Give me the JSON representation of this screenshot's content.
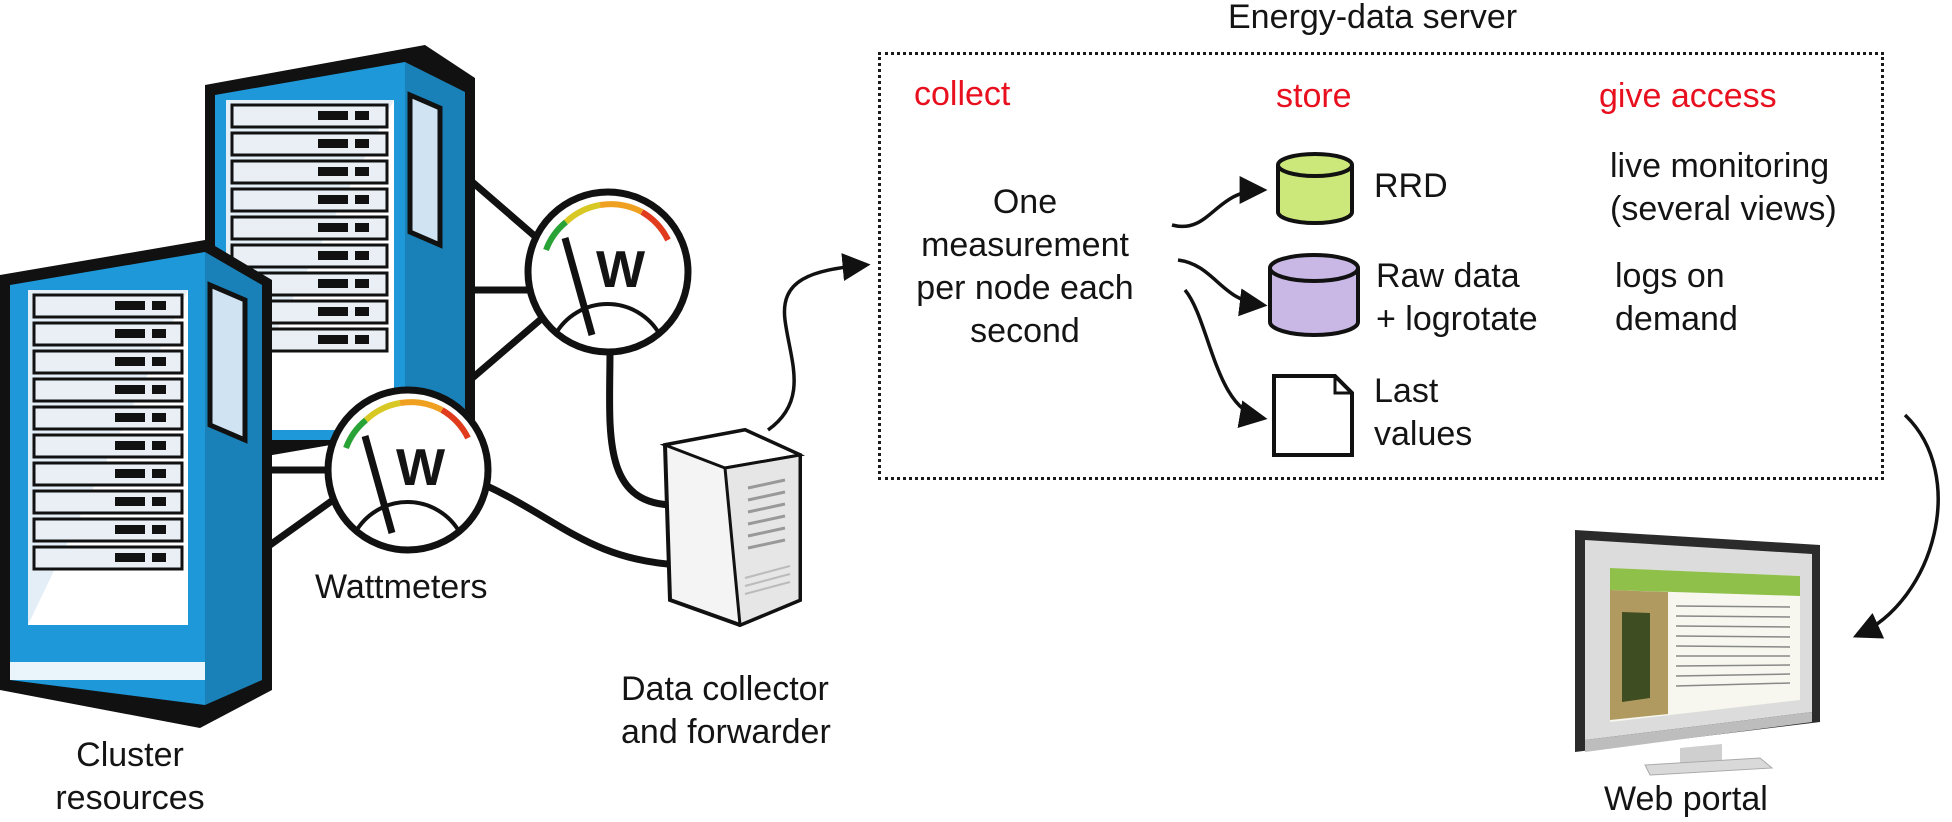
{
  "server": {
    "title": "Energy-data server",
    "columns": {
      "collect": "collect",
      "store": "store",
      "access": "give access"
    },
    "measurement": [
      "One",
      "measurement",
      "per node each",
      "second"
    ],
    "storage": {
      "rrd": "RRD",
      "raw": [
        "Raw data",
        "+ logrotate"
      ],
      "last": [
        "Last",
        "values"
      ]
    },
    "access": {
      "live": [
        "live monitoring",
        "(several views)"
      ],
      "logs": [
        "logs on",
        "demand"
      ]
    }
  },
  "components": {
    "cluster": [
      "Cluster",
      "resources"
    ],
    "wattmeters": "Wattmeters",
    "wattmeter_symbol": "W",
    "collector": [
      "Data collector",
      "and forwarder"
    ],
    "portal": "Web portal"
  },
  "colors": {
    "accent_red": "#e8101e",
    "rack_blue": "#1e98d8",
    "rrd_green": "#cde87a",
    "raw_purple": "#c9b8e6",
    "portal_green": "#8fc04a"
  },
  "icons": [
    "server-rack-icon",
    "wattmeter-icon",
    "tower-pc-icon",
    "database-icon",
    "file-icon",
    "monitor-icon"
  ]
}
